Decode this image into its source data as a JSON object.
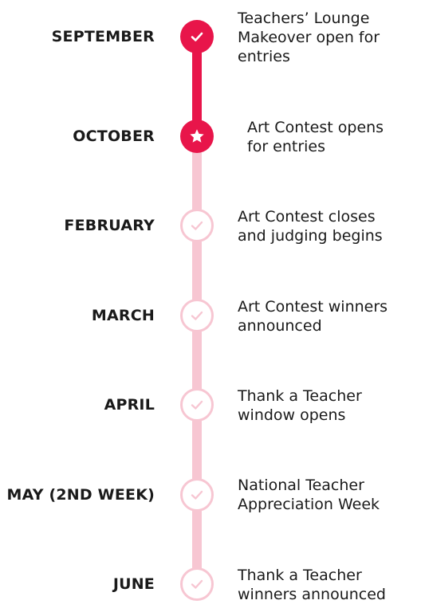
{
  "colors": {
    "accent": "#e8154a",
    "accent_light": "#f7c6d2",
    "text": "#1a1a1a"
  },
  "milestones": [
    {
      "month": "SEPTEMBER",
      "description": "Teachers’ Lounge\nMakeover open for\nentries",
      "status": "done",
      "icon": "check-icon"
    },
    {
      "month": "OCTOBER",
      "description": "Art Contest opens\nfor entries",
      "status": "current",
      "icon": "star-icon"
    },
    {
      "month": "FEBRUARY",
      "description": "Art Contest closes\nand judging begins",
      "status": "upcoming",
      "icon": "check-icon"
    },
    {
      "month": "MARCH",
      "description": "Art Contest winners\nannounced",
      "status": "upcoming",
      "icon": "check-icon"
    },
    {
      "month": "APRIL",
      "description": "Thank a Teacher\nwindow opens",
      "status": "upcoming",
      "icon": "check-icon"
    },
    {
      "month": "MAY (2ND WEEK)",
      "description": "National Teacher\nAppreciation Week",
      "status": "upcoming",
      "icon": "check-icon"
    },
    {
      "month": "JUNE",
      "description": "Thank a Teacher\nwinners announced",
      "status": "upcoming",
      "icon": "check-icon"
    }
  ]
}
